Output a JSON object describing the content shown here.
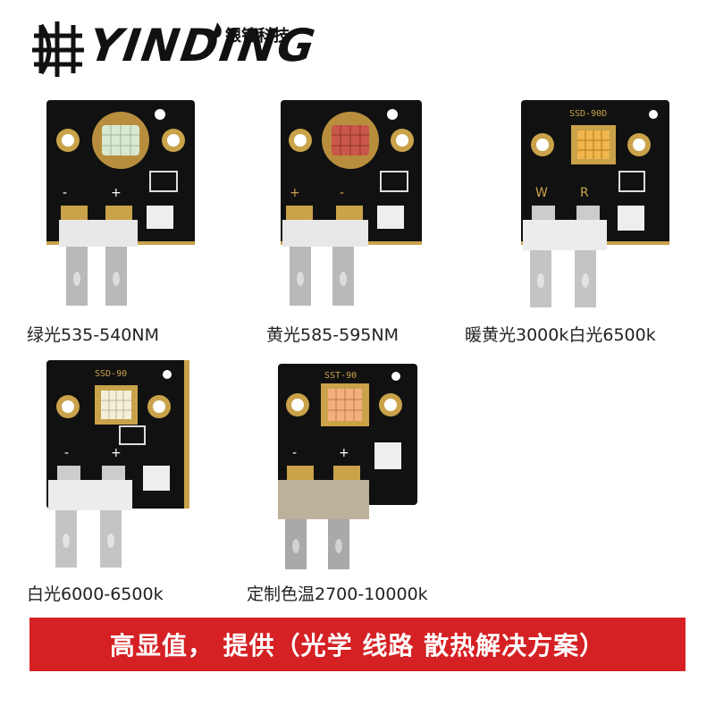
{
  "header": {
    "brand": "YINDING",
    "brand_cn": "银锭科技"
  },
  "products": [
    {
      "caption": "绿光535-540NM",
      "model": "",
      "polarity_left": "-",
      "polarity_right": "+",
      "led_color": "#d9e8d0"
    },
    {
      "caption": "黄光585-595NM",
      "model": "",
      "polarity_left": "+",
      "polarity_right": "-",
      "led_color": "#c9574a"
    },
    {
      "caption": "暖黄光3000k白光6500k",
      "model": "SSD-90D",
      "polarity_left": "W",
      "polarity_right": "R",
      "led_color": "#f0b64d"
    },
    {
      "caption": "白光6000-6500k",
      "model": "SSD-90",
      "polarity_left": "-",
      "polarity_right": "+",
      "led_color": "#f3f0da"
    },
    {
      "caption": "定制色温2700-10000k",
      "model": "SST-90",
      "polarity_left": "-",
      "polarity_right": "+",
      "led_color": "#f2b07e"
    }
  ],
  "banner": {
    "text": "高显值， 提供（光学 线路 散热解决方案）"
  },
  "colors": {
    "pcb": "#111111",
    "gold": "#c9a24a",
    "banner_bg": "#d52124"
  }
}
